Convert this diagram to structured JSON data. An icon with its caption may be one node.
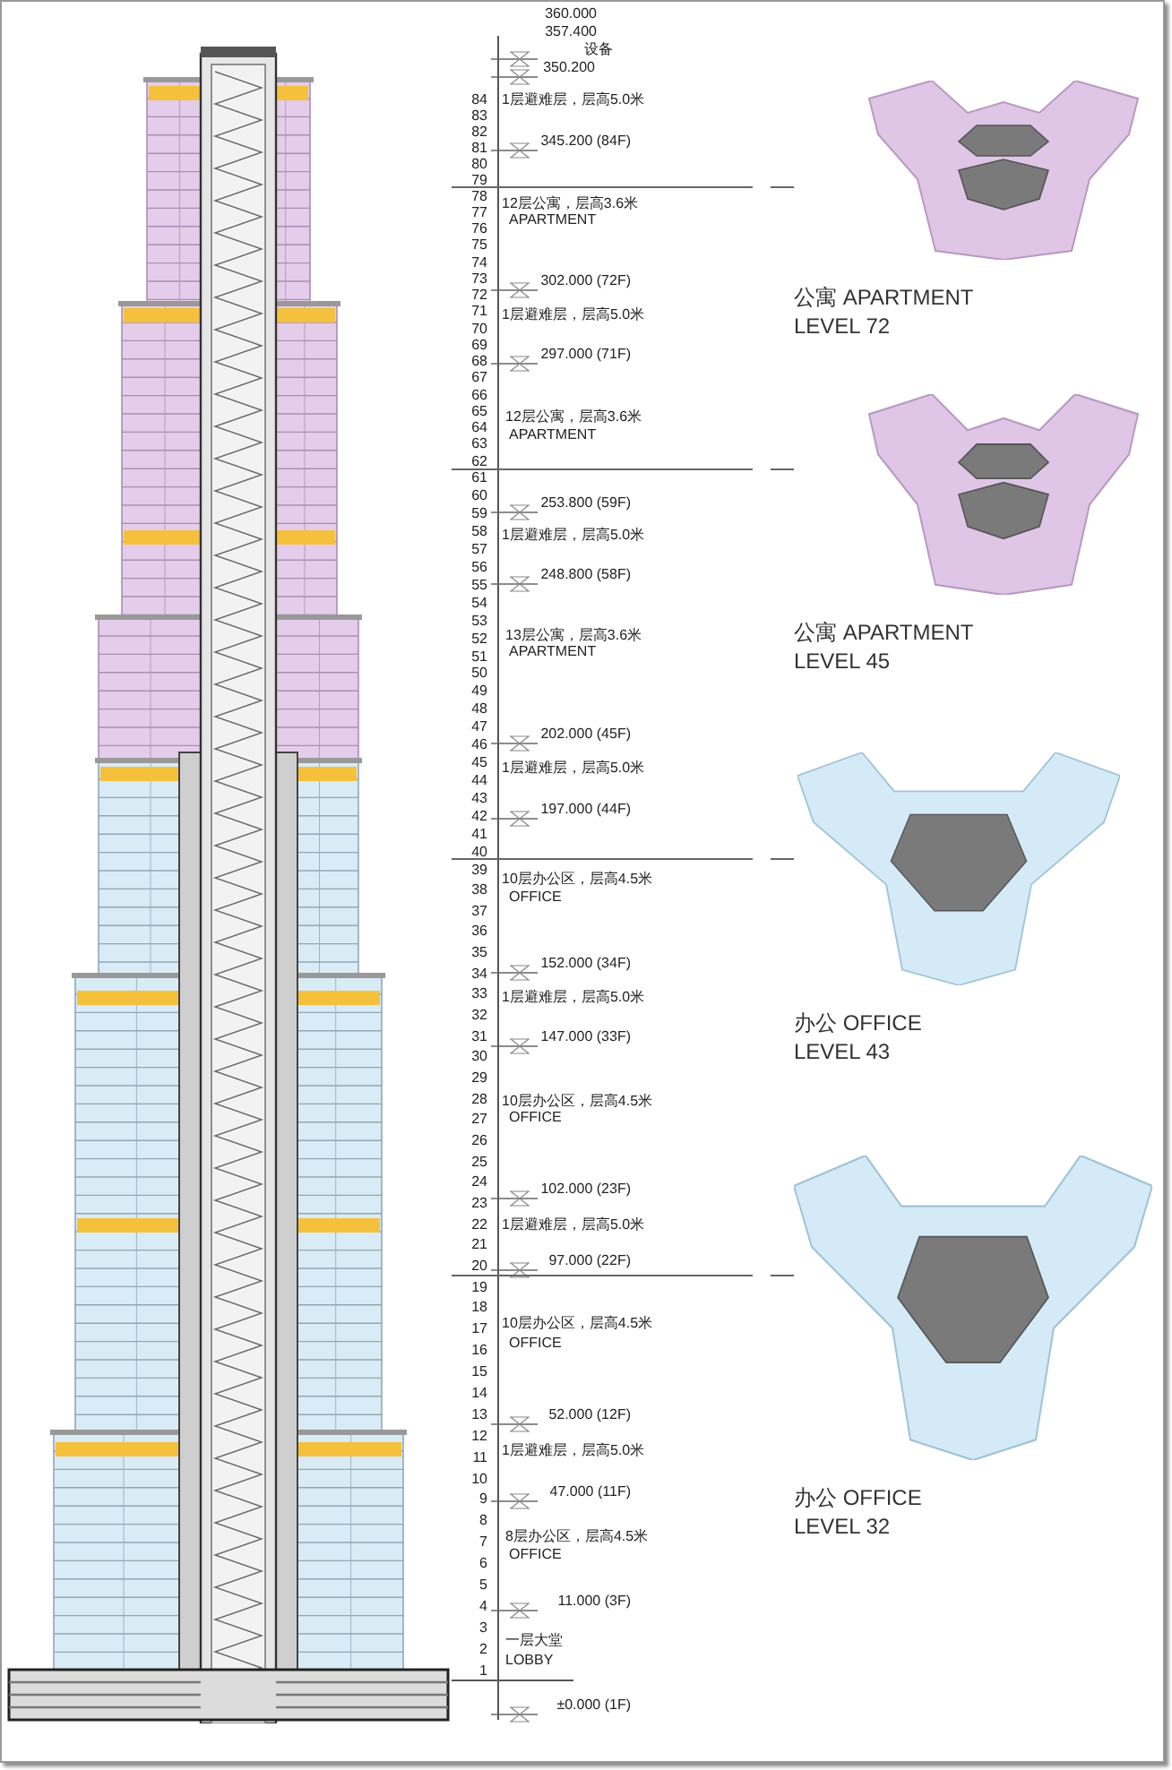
{
  "diagram": {
    "nodes": [
      {
        "text": [],
        "shape": "picture"
      },
      {
        "text": [
          "公寓 APARTMENT",
          "LEVEL 72"
        ]
      },
      {
        "text": [
          "公寓 APARTMENT",
          "LEVEL 45"
        ]
      },
      {
        "text": [
          "办公 OFFICE",
          "LEVEL 43"
        ]
      },
      {
        "text": [
          "办公 OFFICE",
          "LEVEL 32"
        ]
      }
    ],
    "edges": [
      {
        "from": 0,
        "to": 1,
        "arrow": "none",
        "style": "dashed"
      },
      {
        "from": 0,
        "to": 2,
        "arrow": "none",
        "style": "dashed"
      },
      {
        "from": 0,
        "to": 3,
        "arrow": "none",
        "style": "dashed"
      },
      {
        "from": 0,
        "to": 4,
        "arrow": "none",
        "style": "dashed"
      }
    ],
    "labels": [
      "360.000",
      "357.400",
      "设备",
      "350.200",
      "1层避难层，层高5.0米",
      "345.200 (84F)",
      "12层公寓，层高3.6米",
      "APARTMENT",
      "302.000 (72F)",
      "1层避难层，层高5.0米",
      "297.000 (71F)",
      "12层公寓，层高3.6米",
      "APARTMENT",
      "253.800 (59F)",
      "1层避难层，层高5.0米",
      "248.800 (58F)",
      "13层公寓，层高3.6米",
      "APARTMENT",
      "202.000 (45F)",
      "1层避难层，层高5.0米",
      "197.000 (44F)",
      "10层办公区，层高4.5米",
      "OFFICE",
      "152.000 (34F)",
      "1层避难层，层高5.0米",
      "147.000 (33F)",
      "10层办公区，层高4.5米",
      "OFFICE",
      "102.000 (23F)",
      "1层避难层，层高5.0米",
      "97.000 (22F)",
      "10层办公区，层高4.5米",
      "OFFICE",
      "52.000 (12F)",
      "1层避难层，层高5.0米",
      "47.000 (11F)",
      "8层办公区，层高4.5米",
      "OFFICE",
      "11.000 (3F)",
      "一层大堂",
      "LOBBY",
      "±0.000 (1F)",
      "84",
      "83",
      "82",
      "81",
      "80",
      "79",
      "78",
      "77",
      "76",
      "75",
      "74",
      "73",
      "72",
      "71",
      "70",
      "69",
      "68",
      "67",
      "66",
      "65",
      "64",
      "63",
      "62",
      "61",
      "60",
      "59",
      "58",
      "57",
      "56",
      "55",
      "54",
      "53",
      "52",
      "51",
      "50",
      "49",
      "48",
      "47",
      "46",
      "45",
      "44",
      "43",
      "42",
      "41",
      "40",
      "39",
      "38",
      "37",
      "36",
      "35",
      "34",
      "33",
      "32",
      "31",
      "30",
      "29",
      "28",
      "27",
      "26",
      "25",
      "24",
      "23",
      "22",
      "21",
      "20",
      "19",
      "18",
      "17",
      "16",
      "15",
      "14",
      "13",
      "12",
      "11",
      "10",
      "9",
      "8",
      "7",
      "6",
      "5",
      "4",
      "3",
      "2",
      "1"
    ]
  }
}
